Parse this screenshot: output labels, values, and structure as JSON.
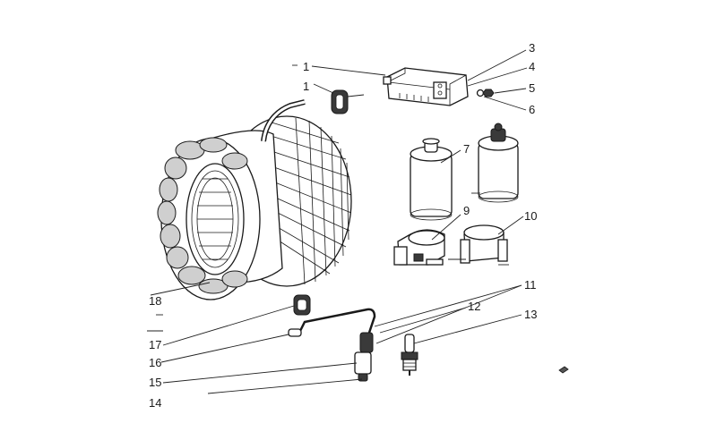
{
  "callouts": {
    "c1a": "1",
    "c1b": "1",
    "c3": "3",
    "c4": "4",
    "c5": "5",
    "c6": "6",
    "c7": "7",
    "c9": "9",
    "c10": "10",
    "c11": "11",
    "c12": "12",
    "c13": "13",
    "c14": "14",
    "c15": "15",
    "c16": "16",
    "c17": "17",
    "c18": "18"
  }
}
